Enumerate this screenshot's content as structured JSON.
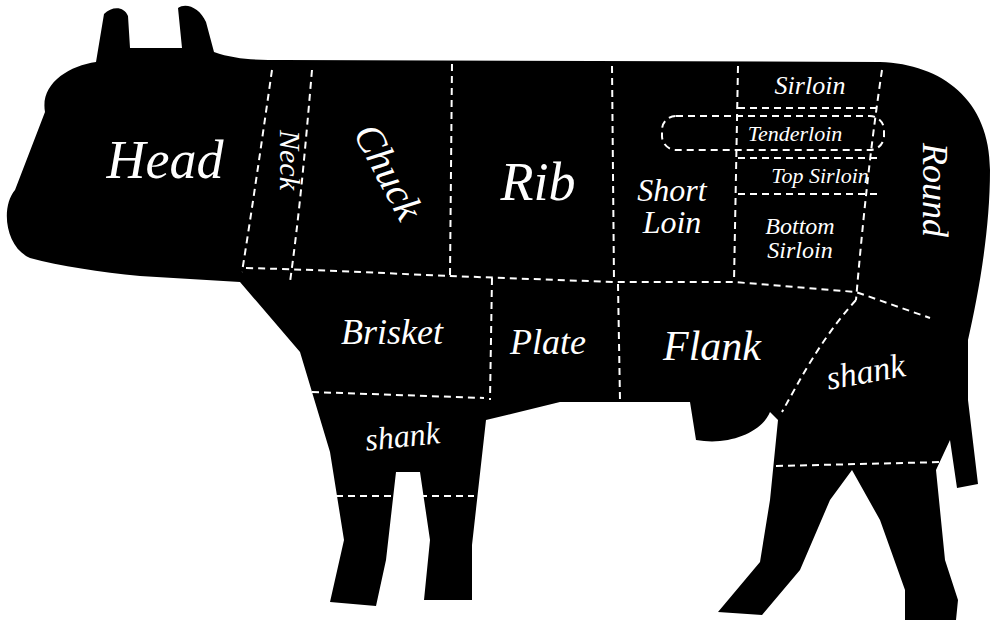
{
  "diagram": {
    "labels": [
      "Head",
      "Neck",
      "Chuck",
      "Rib",
      "Short Loin",
      "Sirloin",
      "Tenderloin",
      "Top Sirloin",
      "Bottom Sirloin",
      "Round",
      "Brisket",
      "Plate",
      "Flank",
      "shank",
      "shank"
    ]
  }
}
